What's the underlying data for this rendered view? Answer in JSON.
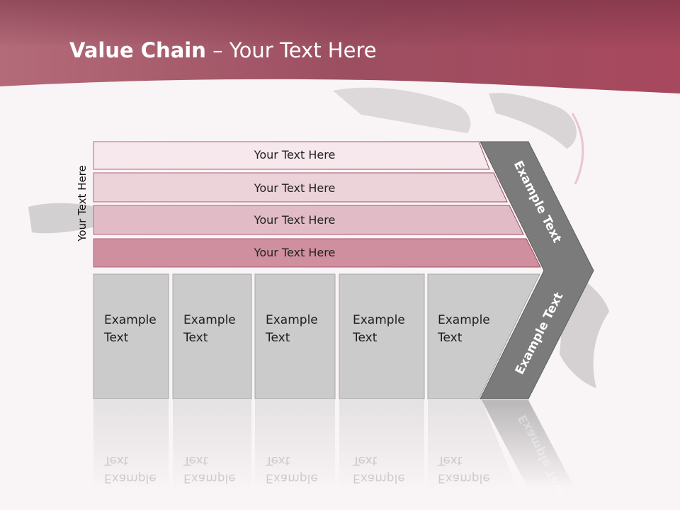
{
  "title": {
    "bold": "Value Chain",
    "rest": " – Your Text Here"
  },
  "side_label": "Your Text Here",
  "rows": [
    {
      "label": "Your Text Here"
    },
    {
      "label": "Your Text Here"
    },
    {
      "label": "Your Text Here"
    },
    {
      "label": "Your Text Here"
    }
  ],
  "activities": [
    {
      "line1": "Example",
      "line2": "Text"
    },
    {
      "line1": "Example",
      "line2": "Text"
    },
    {
      "line1": "Example",
      "line2": "Text"
    },
    {
      "line1": "Example",
      "line2": "Text"
    },
    {
      "line1": "Example",
      "line2": "Text"
    }
  ],
  "chevron": {
    "upper_label": "Example Text",
    "lower_label": "Example Text"
  },
  "colors": {
    "header": "#9e4f62",
    "row_fills": [
      "#f6e8ec",
      "#ecd2d9",
      "#e1bcc6",
      "#cf8f9e"
    ],
    "card_fill": "#cbcbcb",
    "chevron_fill": "#7b7b7b"
  }
}
